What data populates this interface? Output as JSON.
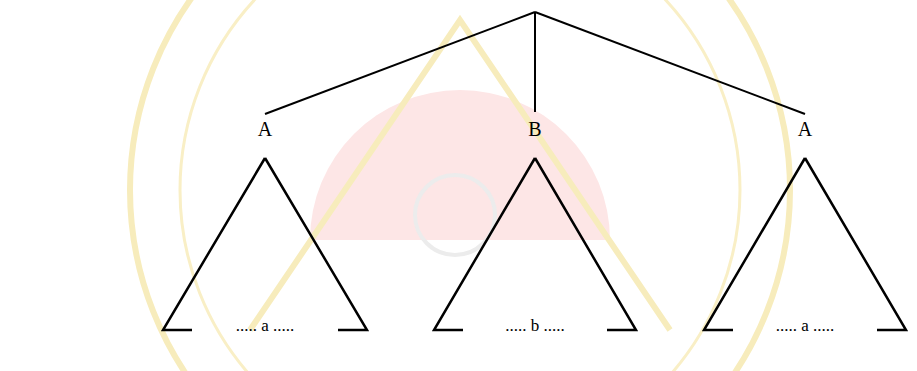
{
  "diagram": {
    "nodes": [
      {
        "text": [
          "A",
          "..... a ....."
        ]
      },
      {
        "text": [
          "B",
          "..... b ....."
        ]
      },
      {
        "text": [
          "A",
          "..... a ....."
        ]
      }
    ]
  }
}
